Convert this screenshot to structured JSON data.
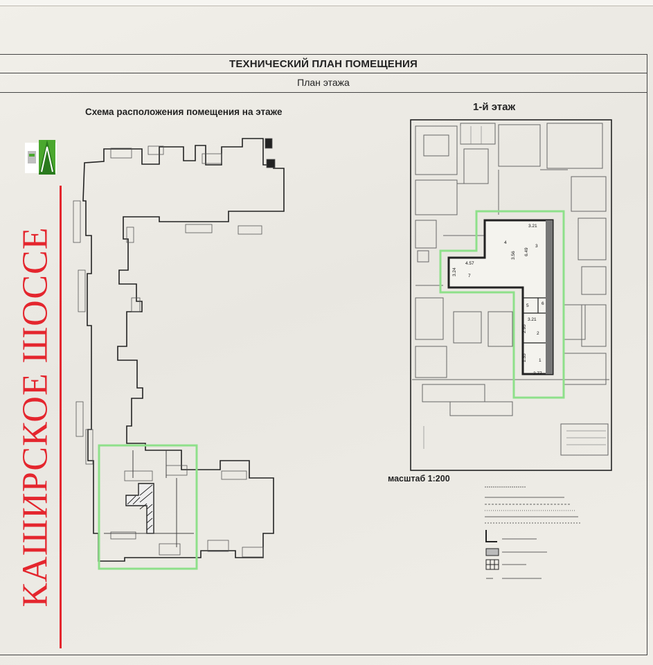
{
  "document": {
    "title": "ТЕХНИЧЕСКИЙ ПЛАН ПОМЕЩЕНИЯ",
    "subtitle": "План этажа",
    "scheme_title": "Схема расположения помещения на этаже",
    "floor_label": "1-й этаж",
    "scale": "масштаб 1:200"
  },
  "overlay": {
    "street_name": "КАШИРСКОЕ ШОССЕ",
    "accent_color": "#e4262e",
    "highlight_color": "#8ee08a"
  },
  "rooms": {
    "numbers": [
      "1",
      "2",
      "3",
      "4",
      "5",
      "6",
      "7"
    ],
    "dimensions": [
      "3.21",
      "3.21",
      "4.57",
      "2.77",
      "3.24",
      "6.49",
      "3.56",
      "2.95",
      "1.35"
    ]
  },
  "legend": {
    "icons": [
      "room-boundary-icon",
      "door-icon",
      "grid-fill-icon"
    ]
  }
}
